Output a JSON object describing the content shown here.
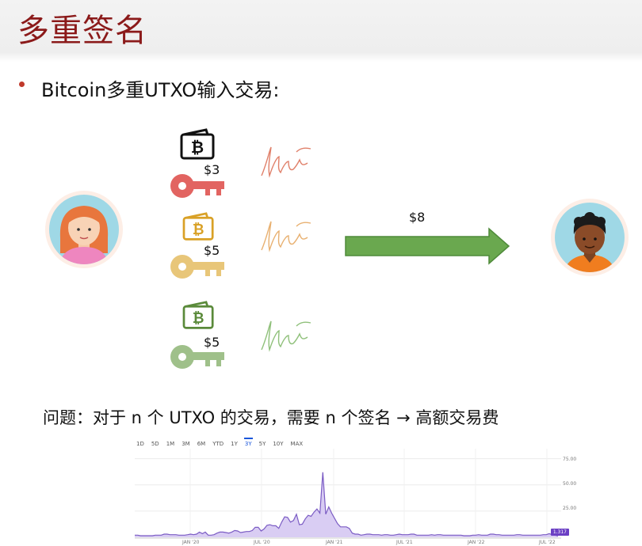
{
  "slide": {
    "title": "多重签名",
    "subtitle": "Bitcoin多重UTXO输入交易:",
    "note": "问题：对于 n 个 UTXO 的交易，需要 n 个签名 → 高额交易费"
  },
  "inputs": [
    {
      "amount": "$3",
      "color": "#e26461",
      "wallet_color": "#111111"
    },
    {
      "amount": "$5",
      "color": "#e8c679",
      "wallet_color": "#d9a126"
    },
    {
      "amount": "$5",
      "color": "#9fc08a",
      "wallet_color": "#5a8a3a"
    }
  ],
  "output": {
    "amount": "$8",
    "arrow_color": "#6aa84f"
  },
  "icons": [
    "avatar-sender",
    "avatar-receiver",
    "wallet-bitcoin-icon",
    "key-icon",
    "signature-icon",
    "right-arrow"
  ],
  "chart_data": {
    "type": "area",
    "range_buttons": [
      "1D",
      "5D",
      "1M",
      "3M",
      "6M",
      "YTD",
      "1Y",
      "3Y",
      "5Y",
      "10Y",
      "MAX"
    ],
    "selected_range": "3Y",
    "x_ticks": [
      "JAN '20",
      "JUL '20",
      "JAN '21",
      "JUL '21",
      "JAN '22",
      "JUL '22"
    ],
    "y_ticks": [
      "75.00",
      "50.00",
      "25.00"
    ],
    "last_value": "1.317",
    "ylim": [
      0,
      80
    ],
    "series_color": "#7b5cc4",
    "values": [
      2,
      2,
      1.5,
      1.5,
      1.5,
      1.5,
      1.5,
      2,
      2,
      2,
      3,
      3,
      2.5,
      2.5,
      2.5,
      2,
      2,
      2,
      2.5,
      3,
      2.5,
      3,
      5,
      3.5,
      5,
      2,
      2,
      2.5,
      4,
      5,
      5,
      4.5,
      4,
      5,
      6.5,
      6,
      4.5,
      5,
      5.5,
      5.5,
      6.5,
      9.5,
      9.5,
      6,
      8,
      11.5,
      12,
      11,
      11,
      8.5,
      14.5,
      19.5,
      19,
      14.5,
      16,
      22,
      12,
      12.5,
      17.5,
      21,
      20,
      24,
      27,
      23,
      62,
      22,
      29,
      23,
      18,
      13,
      10,
      10,
      10,
      8.5,
      4,
      3,
      3,
      2,
      2.5,
      3,
      3,
      2.5,
      2.5,
      2.5,
      2,
      2.5,
      2.5,
      2,
      2,
      2.5,
      3,
      2.5,
      2.5,
      2.5,
      3,
      3,
      2,
      2,
      2,
      2,
      2,
      2.5,
      2,
      2.5,
      2.5,
      2,
      2,
      2,
      2,
      2,
      2,
      2,
      1.5,
      1.5,
      1.5,
      2,
      2,
      2.5,
      2,
      2,
      2,
      3,
      3,
      2.5,
      2.5,
      2,
      2,
      2,
      2,
      2,
      2.5,
      2.5,
      2,
      2,
      2,
      2,
      2,
      2,
      2,
      2.5,
      2.5,
      3.5,
      2.5,
      2,
      1.3
    ]
  }
}
